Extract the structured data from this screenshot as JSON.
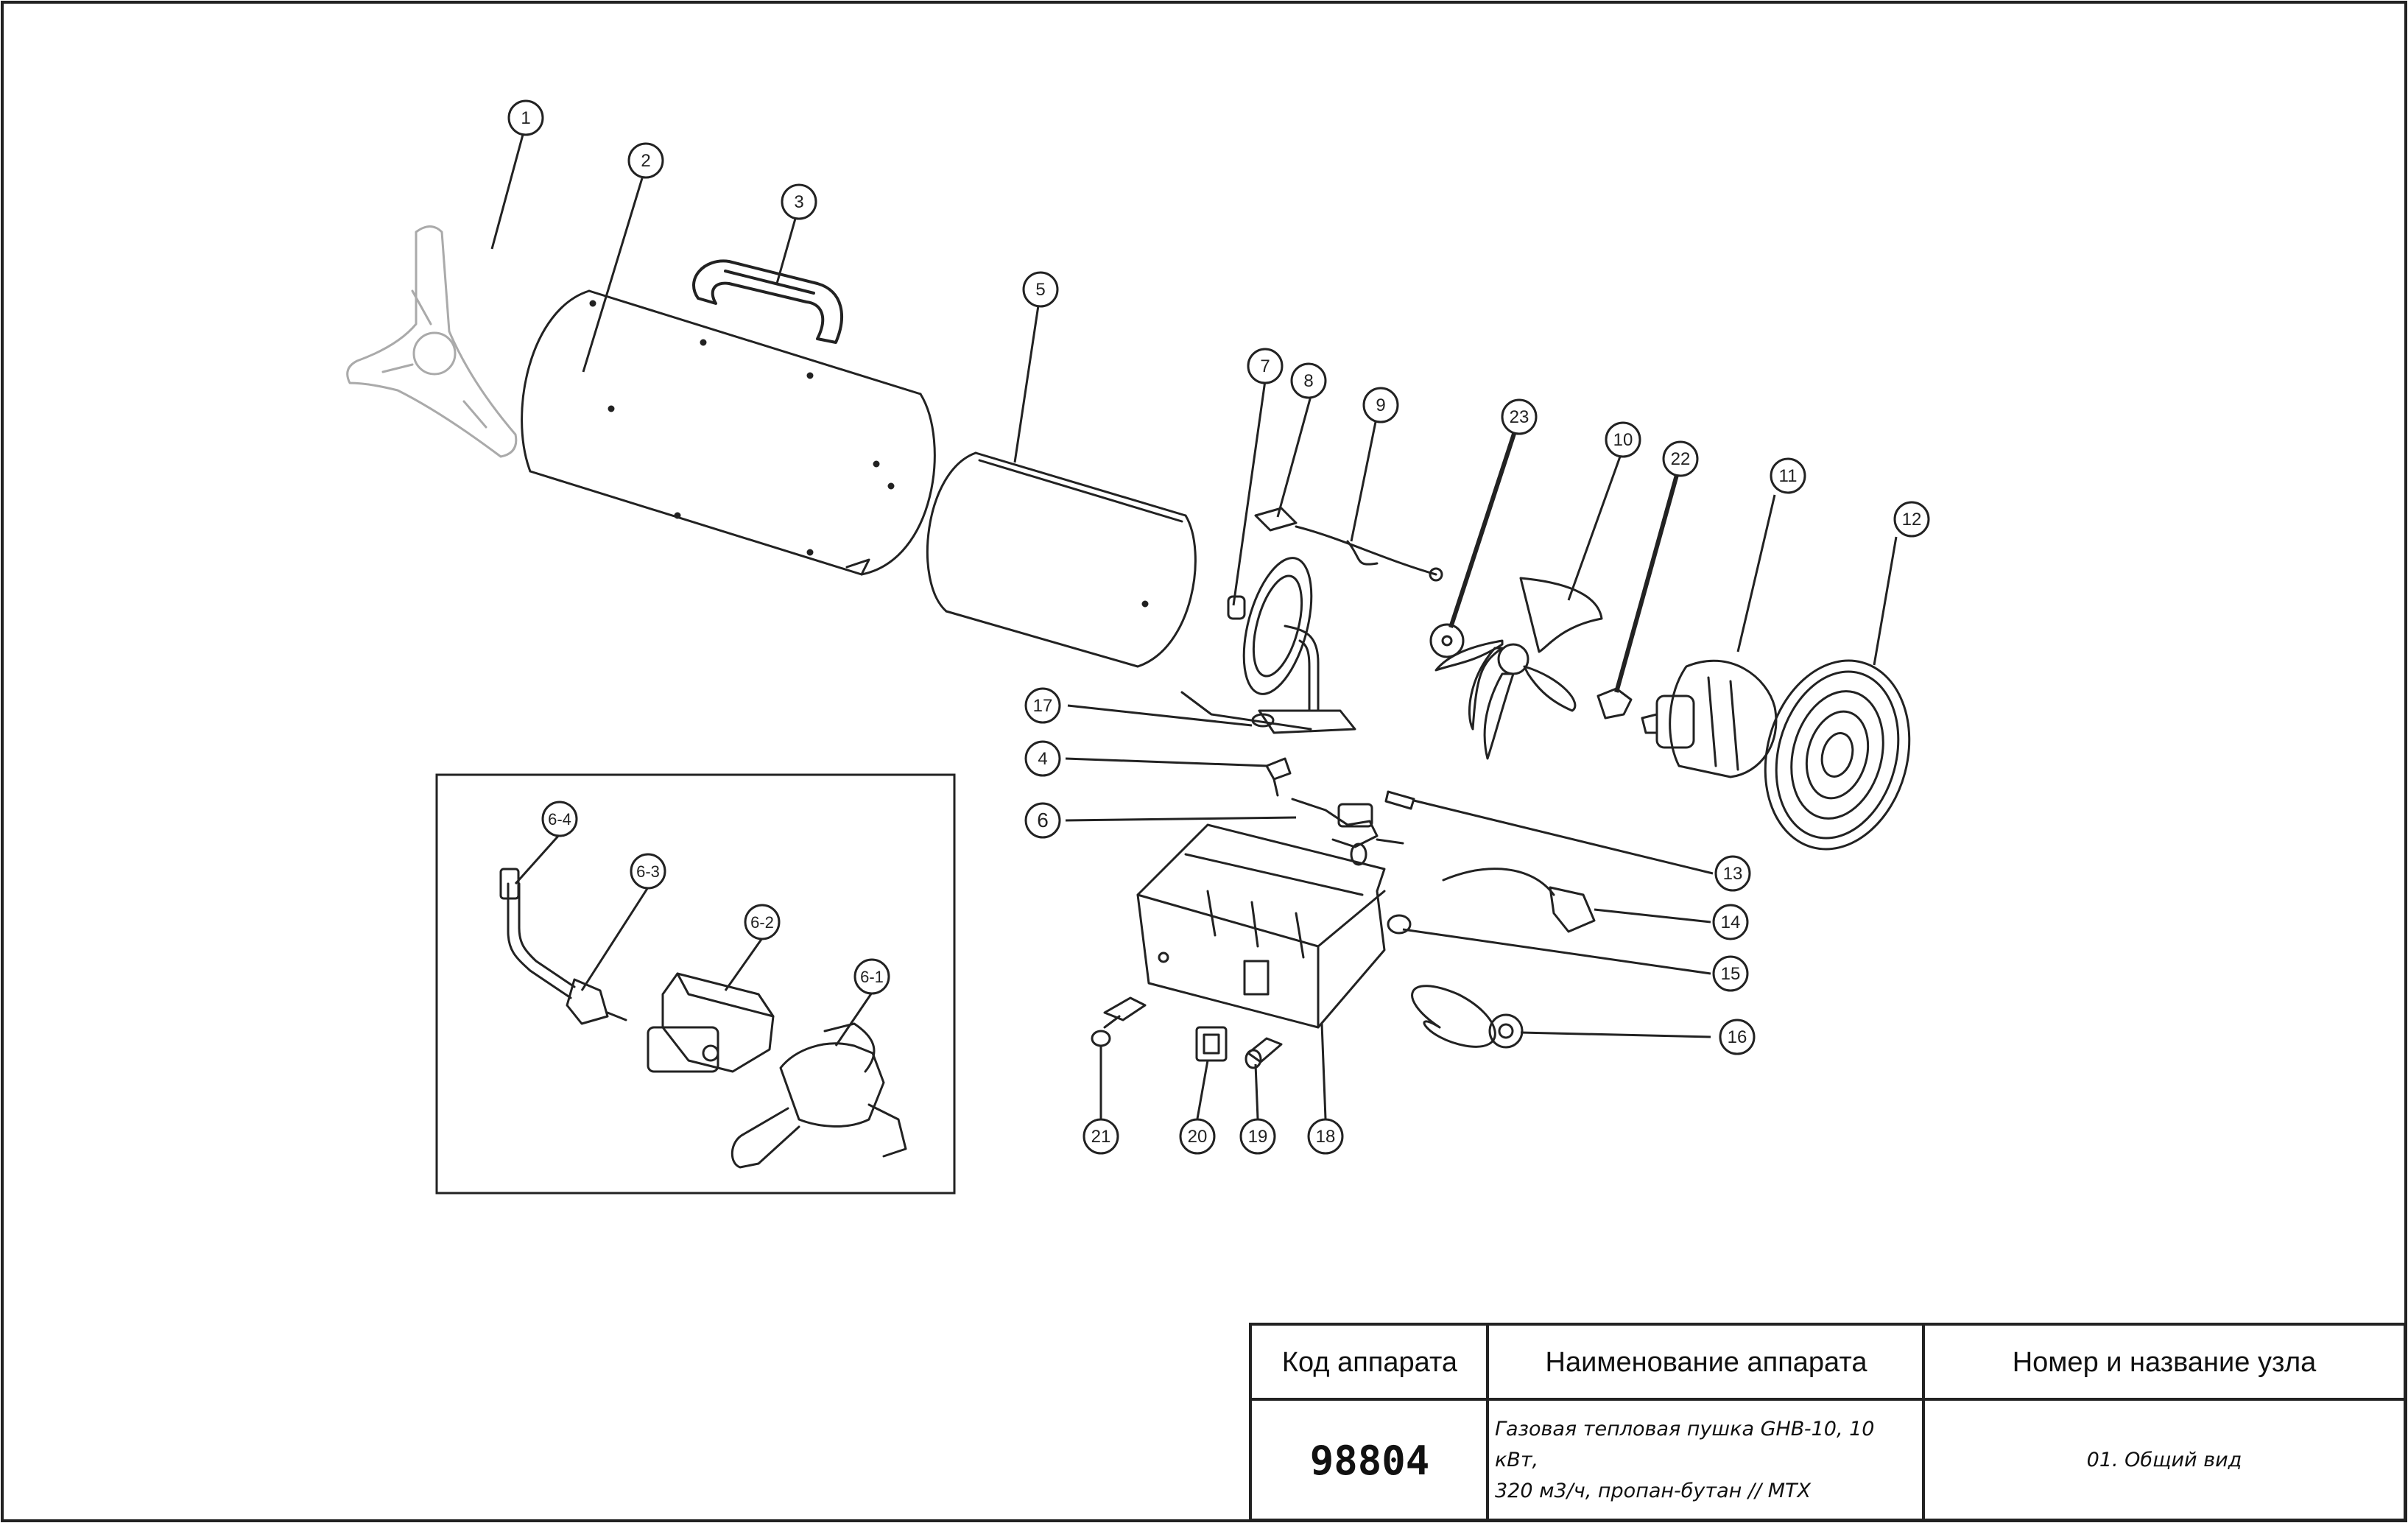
{
  "callouts": [
    {
      "id": "c1",
      "label": "1"
    },
    {
      "id": "c2",
      "label": "2"
    },
    {
      "id": "c3",
      "label": "3"
    },
    {
      "id": "c4",
      "label": "4"
    },
    {
      "id": "c5",
      "label": "5"
    },
    {
      "id": "c6",
      "label": "6"
    },
    {
      "id": "c7",
      "label": "7"
    },
    {
      "id": "c8",
      "label": "8"
    },
    {
      "id": "c9",
      "label": "9"
    },
    {
      "id": "c10",
      "label": "10"
    },
    {
      "id": "c11",
      "label": "11"
    },
    {
      "id": "c12",
      "label": "12"
    },
    {
      "id": "c13",
      "label": "13"
    },
    {
      "id": "c14",
      "label": "14"
    },
    {
      "id": "c15",
      "label": "15"
    },
    {
      "id": "c16",
      "label": "16"
    },
    {
      "id": "c17",
      "label": "17"
    },
    {
      "id": "c18",
      "label": "18"
    },
    {
      "id": "c19",
      "label": "19"
    },
    {
      "id": "c20",
      "label": "20"
    },
    {
      "id": "c21",
      "label": "21"
    },
    {
      "id": "c22",
      "label": "22"
    },
    {
      "id": "c23",
      "label": "23"
    },
    {
      "id": "c6_1",
      "label": "6-1"
    },
    {
      "id": "c6_2",
      "label": "6-2"
    },
    {
      "id": "c6_3",
      "label": "6-3"
    },
    {
      "id": "c6_4",
      "label": "6-4"
    }
  ],
  "title_block": {
    "code_header": "Код аппарата",
    "name_header": "Наименование аппарата",
    "node_header": "Номер и название узла",
    "code_value": "98804",
    "name_line1": "Газовая тепловая пушка GHB-10, 10 кВт,",
    "name_line2": "320 м3/ч, пропан-бутан // MTX",
    "node_value": "01. Общий вид"
  }
}
